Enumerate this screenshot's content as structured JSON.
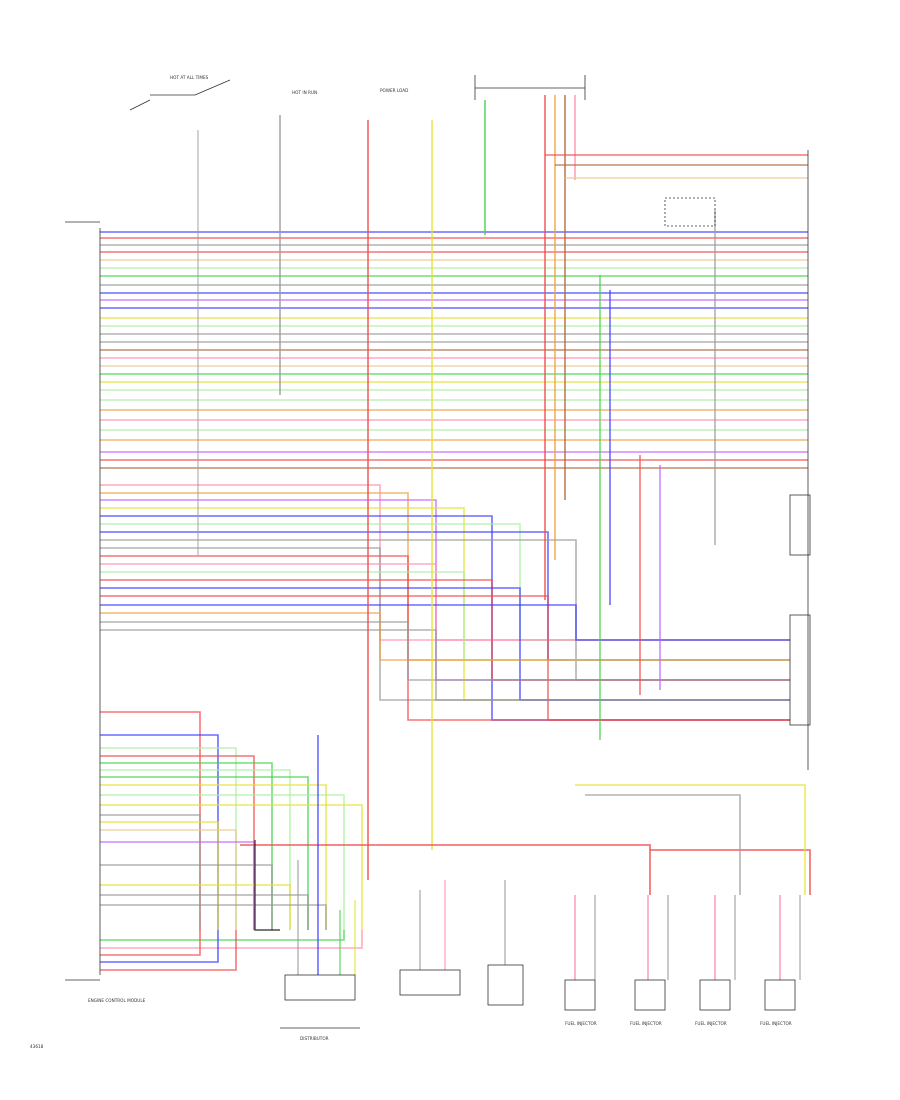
{
  "diagram": {
    "top_switch_label": "HOT AT ALL TIMES",
    "hot_in_run_label": "HOT IN RUN",
    "center_top_label": "POWER LOAD",
    "page_number": "43618",
    "ecu_label": "ENGINE CONTROL MODULE",
    "distributor_label": "DISTRIBUTOR",
    "injector_label": "FUEL INJECTOR",
    "wire_colors": {
      "red": "#ef4a4a",
      "blue": "#3b3bff",
      "green": "#42d14a",
      "yellow": "#e6e22e",
      "orange": "#f0a040",
      "brown": "#b06a3a",
      "violet": "#c060ff",
      "gray": "#9a9a9a",
      "black": "#111111",
      "pink": "#ff8fb0",
      "ltgreen": "#a8f0a0",
      "tan": "#e8c890"
    }
  }
}
